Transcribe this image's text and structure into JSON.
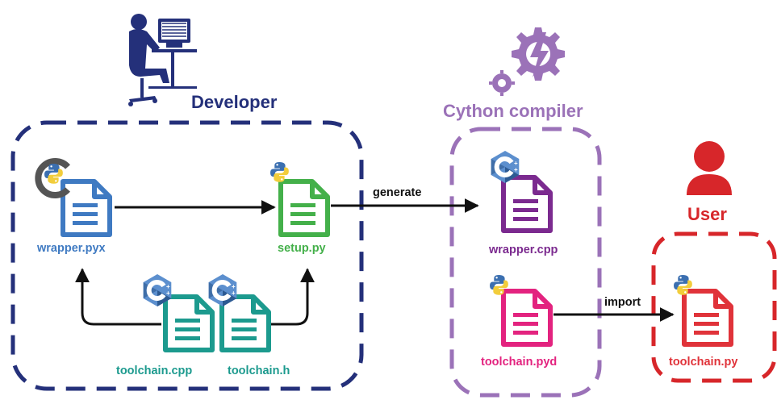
{
  "groups": {
    "developer": {
      "label": "Developer",
      "color": "#24307a"
    },
    "compiler": {
      "label": "Cython compiler",
      "color": "#9b72b8"
    },
    "user": {
      "label": "User",
      "color": "#d7262a"
    }
  },
  "files": {
    "wrapper_pyx": {
      "name": "wrapper.pyx",
      "color": "#3f7ac2",
      "badge": "cython-python-icon"
    },
    "setup_py": {
      "name": "setup.py",
      "color": "#44b04a",
      "badge": "python-icon"
    },
    "toolchain_cpp": {
      "name": "toolchain.cpp",
      "color": "#1c9a8e",
      "badge": "cpp-icon"
    },
    "toolchain_h": {
      "name": "toolchain.h",
      "color": "#1c9a8e",
      "badge": "cpp-icon"
    },
    "wrapper_cpp": {
      "name": "wrapper.cpp",
      "color": "#7b2a8f",
      "badge": "cpp-icon"
    },
    "toolchain_pyd": {
      "name": "toolchain.pyd",
      "color": "#e3237f",
      "badge": "python-icon"
    },
    "toolchain_py": {
      "name": "toolchain.py",
      "color": "#e0333a",
      "badge": "python-icon"
    }
  },
  "edges": {
    "generate": {
      "label": "generate",
      "from": "setup.py",
      "to": "wrapper.cpp"
    },
    "import": {
      "label": "import",
      "from": "toolchain.pyd",
      "to": "toolchain.py"
    },
    "pyx_to_setup": {
      "from": "wrapper.pyx",
      "to": "setup.py"
    },
    "sources_to_pyx": {
      "from": "toolchain.cpp",
      "to": "wrapper.pyx"
    },
    "sources_to_setup": {
      "from": "toolchain.h",
      "to": "setup.py"
    }
  },
  "icons": {
    "developer": "developer-at-computer-icon",
    "compiler": "gear-lightning-icon",
    "user": "user-person-icon"
  },
  "colors": {
    "python_blue": "#3b6fb0",
    "python_yellow": "#f2cd3b",
    "cpp_blue": "#3f6ea8",
    "arrow": "#111111"
  }
}
